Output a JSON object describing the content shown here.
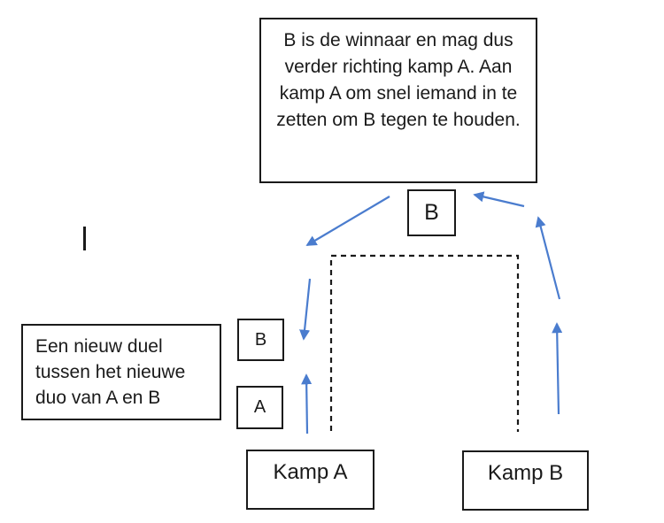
{
  "diagram": {
    "top_note": "B is de winnaar en mag dus verder richting kamp A. Aan kamp A om snel iemand in te zetten om B tegen te houden.",
    "left_note": "Een nieuw duel tussen het nieuwe duo van A en B",
    "winner_label": "B",
    "duo_b_label": "B",
    "duo_a_label": "A",
    "kamp_a_label": "Kamp A",
    "kamp_b_label": "Kamp B",
    "colors": {
      "arrow": "#4a7cce",
      "border": "#1a1a1a",
      "background": "#ffffff"
    },
    "connectors": [
      {
        "id": "arrow-winner-note-to-field",
        "from": "top-note",
        "to": "field-left-side",
        "direction": "down-left"
      },
      {
        "id": "arrow-into-duo",
        "from": "field-top",
        "to": "duo-area",
        "direction": "down"
      },
      {
        "id": "arrow-kamp-a-to-duo",
        "from": "kamp-a",
        "to": "duo-a",
        "direction": "up"
      },
      {
        "id": "arrow-to-winner-note",
        "from": "right-path",
        "to": "top-note",
        "direction": "up-left"
      },
      {
        "id": "arrow-kamp-b-diagonal",
        "from": "kamp-b-path",
        "to": "winner-b",
        "direction": "up-left"
      },
      {
        "id": "arrow-kamp-b-up",
        "from": "kamp-b",
        "to": "right-path",
        "direction": "up"
      }
    ]
  }
}
